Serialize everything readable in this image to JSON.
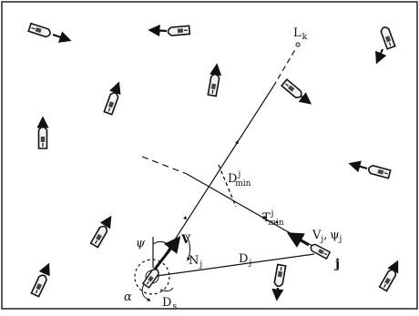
{
  "diagram": {
    "labels": {
      "L": "L",
      "L_sub": "k",
      "D_min": "D",
      "D_min_sub": "min",
      "D_min_sup": "j",
      "T_min": "T",
      "T_min_sub": "min",
      "T_min_sup": "j",
      "V_j": "V",
      "V_j_sub": "j",
      "V_j_comma": ",",
      "psi_j": "ψ",
      "psi_j_sub": "j",
      "j": "j",
      "V": "V",
      "psi": "ψ",
      "N": "N",
      "N_sub": "j",
      "D_j": "D",
      "D_j_sub": "j",
      "alpha": "α",
      "D_s": "D",
      "D_s_sub": "s"
    },
    "icons": {
      "own_ship": "ship-icon",
      "target_ship": "ship-icon",
      "background_ship": "ship-icon"
    }
  }
}
